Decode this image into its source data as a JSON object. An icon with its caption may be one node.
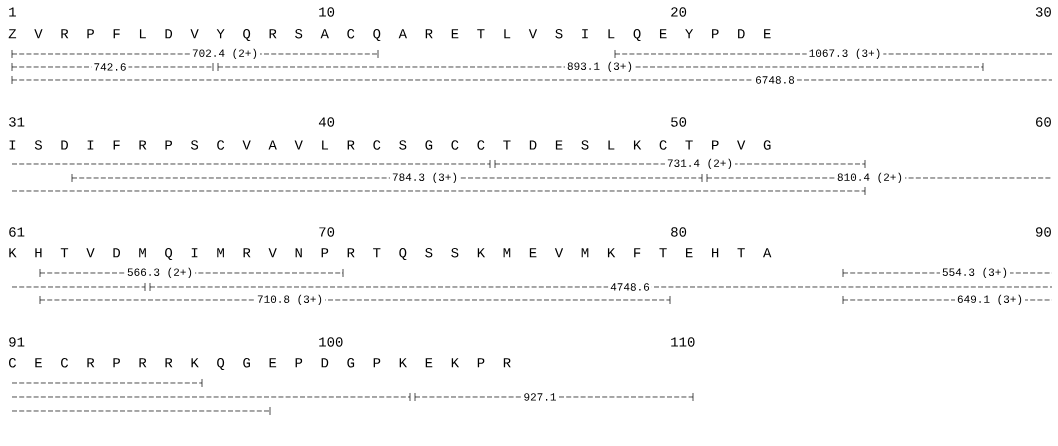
{
  "diagram": {
    "labels": [
      "1",
      "10",
      "20",
      "30",
      "Z V R P F L D V Y Q R S A C Q A R E T L V S I L Q E Y P D E",
      "702.4 (2+)",
      "1067.3 (3+)",
      "742.6",
      "893.1 (3+)",
      "6748.8",
      "31",
      "40",
      "50",
      "60",
      "I S D I F R P S C V A V L R C S G C C T D E S L K C T P V G",
      "731.4 (2+)",
      "784.3 (3+)",
      "810.4 (2+)",
      "61",
      "70",
      "80",
      "90",
      "K H T V D M Q I M R V N P R T Q S S K M E V M K F T E H T A",
      "566.3 (2+)",
      "554.3 (3+)",
      "4748.6",
      "710.8 (3+)",
      "649.1 (3+)",
      "91",
      "100",
      "110",
      "C E C R P R R K Q G E P D G P K E K P R",
      "927.1"
    ]
  }
}
